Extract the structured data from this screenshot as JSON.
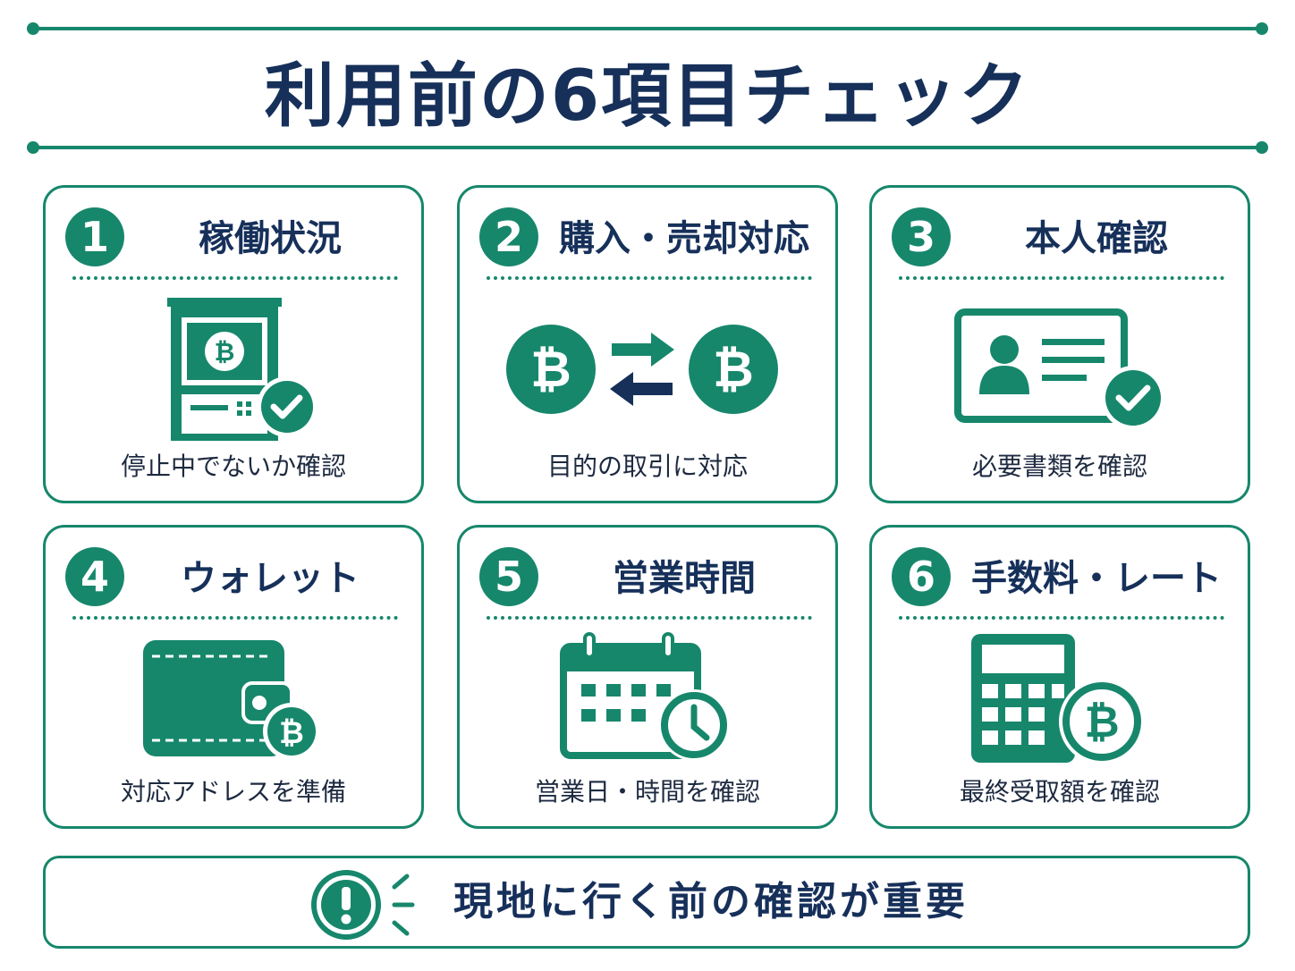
{
  "title": "利用前の6項目チェック",
  "colors": {
    "accent": "#17876c",
    "navy": "#16305a"
  },
  "items": [
    {
      "number": "1",
      "heading": "稼働状況",
      "caption": "停止中でないか確認",
      "icon": "atm-check-icon"
    },
    {
      "number": "2",
      "heading": "購入・売却対応",
      "caption": "目的の取引に対応",
      "icon": "bitcoin-exchange-icon"
    },
    {
      "number": "3",
      "heading": "本人確認",
      "caption": "必要書類を確認",
      "icon": "id-card-check-icon"
    },
    {
      "number": "4",
      "heading": "ウォレット",
      "caption": "対応アドレスを準備",
      "icon": "bitcoin-wallet-icon"
    },
    {
      "number": "5",
      "heading": "営業時間",
      "caption": "営業日・時間を確認",
      "icon": "calendar-clock-icon"
    },
    {
      "number": "6",
      "heading": "手数料・レート",
      "caption": "最終受取額を確認",
      "icon": "calculator-bitcoin-icon"
    }
  ],
  "notice": {
    "text": "現地に行く前の確認が重要",
    "icon": "exclamation-alert-icon"
  }
}
